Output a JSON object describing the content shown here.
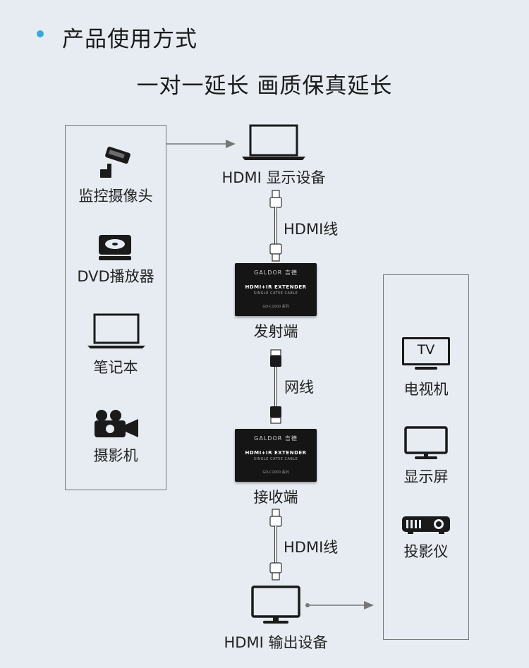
{
  "header": {
    "section_title": "产品使用方式",
    "headline": "一对一延长 画质保真延长"
  },
  "sources": [
    {
      "label": "监控摄像头",
      "icon": "cctv-camera-icon"
    },
    {
      "label": "DVD播放器",
      "icon": "dvd-player-icon"
    },
    {
      "label": "笔记本",
      "icon": "laptop-icon"
    },
    {
      "label": "摄影机",
      "icon": "video-camera-icon"
    }
  ],
  "chain": {
    "display_device": "HDMI 显示设备",
    "cable_top": "HDMI线",
    "transmitter": "发射端",
    "network_cable": "网线",
    "receiver": "接收端",
    "cable_bottom": "HDMI线",
    "output_device": "HDMI 输出设备"
  },
  "extender": {
    "brand": "GALDOR 吉德",
    "model": "HDMI+IR EXTENDER",
    "subtitle": "SINGLE CAT5E CABLE",
    "code": "GD-C1000 系列"
  },
  "outputs": [
    {
      "label": "电视机",
      "icon": "tv-icon",
      "icon_text": "TV"
    },
    {
      "label": "显示屏",
      "icon": "monitor-icon"
    },
    {
      "label": "投影仪",
      "icon": "projector-icon"
    }
  ],
  "colors": {
    "background": "#e6ecf2",
    "accent_dot": "#3aa8de",
    "lines": "#777777",
    "device_dark": "#151515"
  }
}
